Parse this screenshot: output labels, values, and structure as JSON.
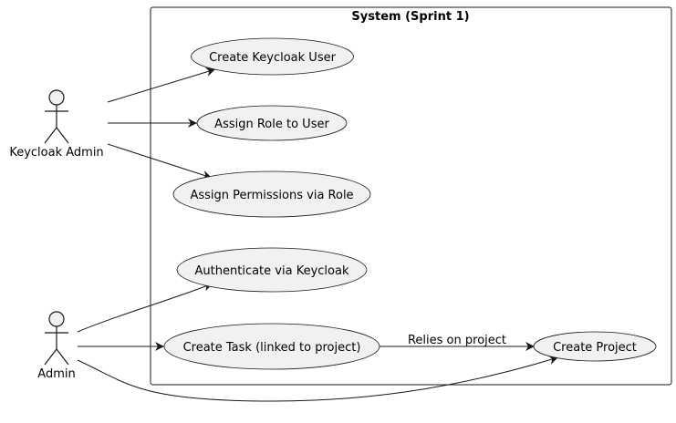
{
  "diagram": {
    "system_boundary": {
      "title": "System (Sprint 1)"
    },
    "actors": [
      {
        "id": "keycloak-admin",
        "label": "Keycloak Admin"
      },
      {
        "id": "admin",
        "label": "Admin"
      }
    ],
    "use_cases": [
      {
        "id": "create-keycloak-user",
        "label": "Create Keycloak User"
      },
      {
        "id": "assign-role-to-user",
        "label": "Assign Role to User"
      },
      {
        "id": "assign-permissions-via-role",
        "label": "Assign Permissions via Role"
      },
      {
        "id": "authenticate-via-keycloak",
        "label": "Authenticate via Keycloak"
      },
      {
        "id": "create-task",
        "label": "Create Task (linked to project)"
      },
      {
        "id": "create-project",
        "label": "Create Project"
      }
    ],
    "relations": [
      {
        "from": "keycloak-admin",
        "to": "create-keycloak-user",
        "label": ""
      },
      {
        "from": "keycloak-admin",
        "to": "assign-role-to-user",
        "label": ""
      },
      {
        "from": "keycloak-admin",
        "to": "assign-permissions-via-role",
        "label": ""
      },
      {
        "from": "admin",
        "to": "authenticate-via-keycloak",
        "label": ""
      },
      {
        "from": "admin",
        "to": "create-task",
        "label": ""
      },
      {
        "from": "admin",
        "to": "create-project",
        "label": ""
      },
      {
        "from": "create-task",
        "to": "create-project",
        "label": "Relies on project"
      }
    ],
    "colors": {
      "stroke": "#181818",
      "fill": "#f1f1f1",
      "background": "#ffffff"
    }
  }
}
